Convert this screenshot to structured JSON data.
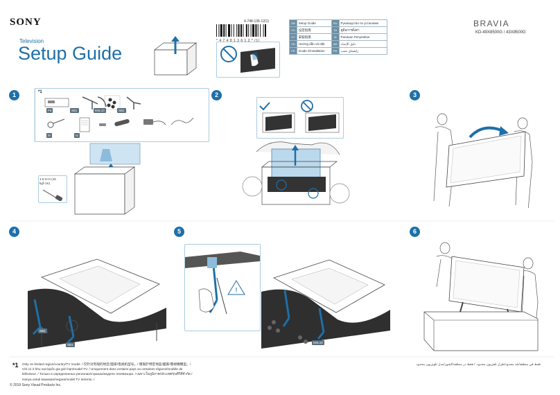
{
  "header": {
    "brand": "SONY",
    "subtitle": "Television",
    "title": "Setup Guide",
    "part_number": "4-748-136-12(1)",
    "barcode_text": "* 4 7 4 8 1 3 6 1 2 * (1)",
    "bravia": "BRAVIA",
    "model": "KD-49X8500G / 43X8500G"
  },
  "languages": [
    {
      "code": "GB",
      "label": "Setup Guide",
      "code2": "RU",
      "label2": "Руководство по установке"
    },
    {
      "code": "CS",
      "label": "设定指南",
      "code2": "TH",
      "label2": "คู่มือการตั้งค่า"
    },
    {
      "code": "CT",
      "label": "安裝指南",
      "code2": "ID",
      "label2": "Panduan Penyetelan"
    },
    {
      "code": "VN",
      "label": "Hướng dẫn cài đặt",
      "code2": "AR",
      "label2": "دليل الإعداد"
    },
    {
      "code": "FR",
      "label": "Guide d'installation",
      "code2": "PR",
      "label2": "راهنمای نصب"
    }
  ],
  "steps": {
    "s1": "1",
    "s2": "2",
    "s3": "3",
    "s4": "4",
    "s5": "5",
    "s6": "6"
  },
  "parts": {
    "note_mark": "*1",
    "f8": "F8",
    "sb1": "SB1",
    "m4l10": "M4L10",
    "sb2": "SB2",
    "i9": "I9",
    "i4": "I4"
  },
  "torque": "1.5 N·m (15 kgf·cm)",
  "step4": {
    "sb2": "SB2",
    "sb1": "SB1"
  },
  "step5": {
    "m4l10": "M4L10"
  },
  "footnote": {
    "mark": "*1",
    "text": "Only on limited region/country/TV model. / 仅针对有限的地区/国家/电视机型号。/ 僅限於特定地區/國家/電視機種型。/ Chỉ có ở khu vực/quốc gia giới hạn/model TV. / Uniquement dans certains pays ou certaines régions/modèle de téléviseur. / Только в определенных регионах/странах/модели телевизора. / เฉพาะในภูมิภาค/ประเทศ/รุ่นทีวีที่จำกัด / Hanya untuk kawasan/negara/model TV tertentu. /",
    "text_ar": "فقط في منطقة/بلد محدود/طراز تلفزيون محدود. / فقط در منطقه/کشور/مدل تلویزیون محدود."
  },
  "copyright": "© 2019 Sony Visual Products Inc."
}
